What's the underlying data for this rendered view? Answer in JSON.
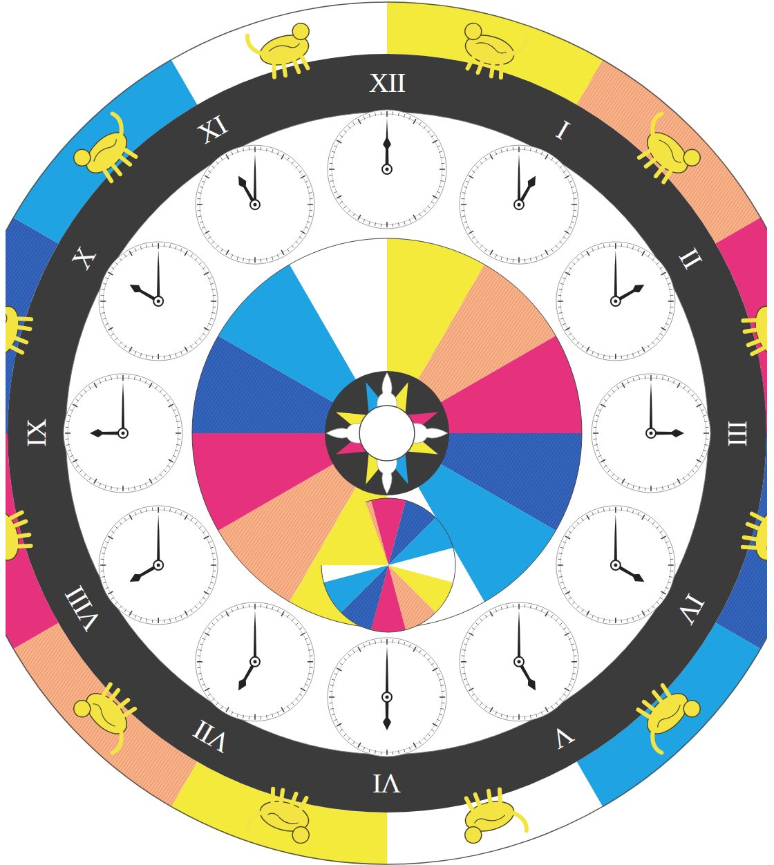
{
  "diagram": {
    "labels": [
      "XII",
      "I",
      "II",
      "III",
      "IV",
      "V",
      "VI",
      "VII",
      "VIII",
      "IX",
      "X",
      "XI"
    ]
  }
}
